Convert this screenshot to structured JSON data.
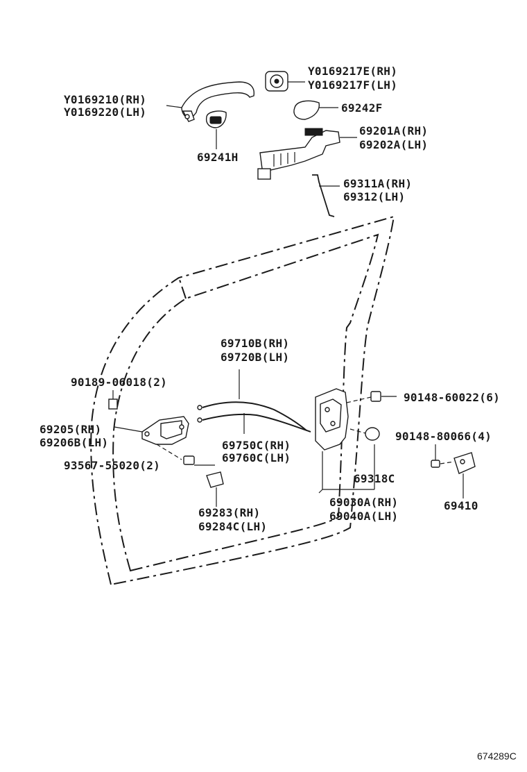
{
  "diagram_id": "674289C",
  "labels": {
    "p69210": "Y0169210(RH)",
    "p69220": "Y0169220(LH)",
    "p69217e": "Y0169217E(RH)",
    "p69217f": "Y0169217F(LH)",
    "p69242f": "69242F",
    "p69201a": "69201A(RH)",
    "p69202a": "69202A(LH)",
    "p69241h": "69241H",
    "p69311a": "69311A(RH)",
    "p69312": "69312(LH)",
    "p69710b": "69710B(RH)",
    "p69720b": "69720B(LH)",
    "p90189": "90189-06018(2)",
    "p90148a": "90148-60022(6)",
    "p69205": "69205(RH)",
    "p69206b": "69206B(LH)",
    "p90148b": "90148-80066(4)",
    "p69750c": "69750C(RH)",
    "p69760c": "69760C(LH)",
    "p93567": "93567-55020(2)",
    "p69318c": "69318C",
    "p69030a": "69030A(RH)",
    "p69040a": "69040A(LH)",
    "p69410": "69410",
    "p69283": "69283(RH)",
    "p69284c": "69284C(LH)"
  }
}
